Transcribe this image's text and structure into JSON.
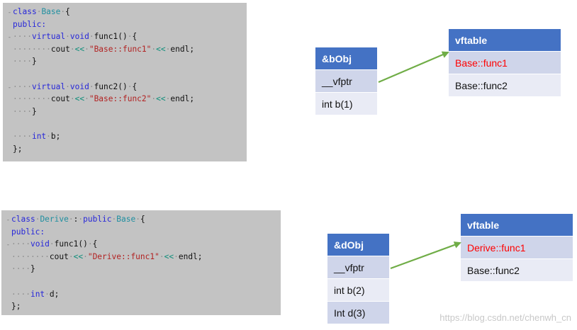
{
  "code_blocks": [
    {
      "lines": [
        [
          [
            "-",
            "fold"
          ],
          [
            "class",
            "k"
          ],
          [
            "·",
            "g"
          ],
          [
            "Base",
            "t"
          ],
          [
            "·",
            "g"
          ],
          [
            "{",
            "n"
          ]
        ],
        [
          [
            "",
            "fold"
          ],
          [
            "public:",
            "k"
          ]
        ],
        [
          [
            "-",
            "fold"
          ],
          [
            "····",
            "g"
          ],
          [
            "virtual",
            "k"
          ],
          [
            "·",
            "g"
          ],
          [
            "void",
            "k"
          ],
          [
            "·",
            "g"
          ],
          [
            "func1()",
            "n"
          ],
          [
            "·",
            "g"
          ],
          [
            "{",
            "n"
          ]
        ],
        [
          [
            "",
            "fold"
          ],
          [
            "········",
            "g"
          ],
          [
            "cout",
            "n"
          ],
          [
            "·",
            "g"
          ],
          [
            "<<",
            "p"
          ],
          [
            "·",
            "g"
          ],
          [
            "\"Base::func1\"",
            "s"
          ],
          [
            "·",
            "g"
          ],
          [
            "<<",
            "p"
          ],
          [
            "·",
            "g"
          ],
          [
            "endl;",
            "n"
          ]
        ],
        [
          [
            "",
            "fold"
          ],
          [
            "····",
            "g"
          ],
          [
            "}",
            "n"
          ]
        ],
        [
          [
            "",
            "fold"
          ],
          [
            "",
            "g"
          ]
        ],
        [
          [
            "-",
            "fold"
          ],
          [
            "····",
            "g"
          ],
          [
            "virtual",
            "k"
          ],
          [
            "·",
            "g"
          ],
          [
            "void",
            "k"
          ],
          [
            "·",
            "g"
          ],
          [
            "func2()",
            "n"
          ],
          [
            "·",
            "g"
          ],
          [
            "{",
            "n"
          ]
        ],
        [
          [
            "",
            "fold"
          ],
          [
            "········",
            "g"
          ],
          [
            "cout",
            "n"
          ],
          [
            "·",
            "g"
          ],
          [
            "<<",
            "p"
          ],
          [
            "·",
            "g"
          ],
          [
            "\"Base::func2\"",
            "s"
          ],
          [
            "·",
            "g"
          ],
          [
            "<<",
            "p"
          ],
          [
            "·",
            "g"
          ],
          [
            "endl;",
            "n"
          ]
        ],
        [
          [
            "",
            "fold"
          ],
          [
            "····",
            "g"
          ],
          [
            "}",
            "n"
          ]
        ],
        [
          [
            "",
            "fold"
          ],
          [
            "",
            "g"
          ]
        ],
        [
          [
            "",
            "fold"
          ],
          [
            "····",
            "g"
          ],
          [
            "int",
            "k"
          ],
          [
            "·",
            "g"
          ],
          [
            "b;",
            "n"
          ]
        ],
        [
          [
            "",
            "fold"
          ],
          [
            "};",
            "n"
          ]
        ]
      ]
    },
    {
      "lines": [
        [
          [
            "-",
            "fold"
          ],
          [
            "class",
            "k"
          ],
          [
            "·",
            "g"
          ],
          [
            "Derive",
            "t"
          ],
          [
            "·",
            "g"
          ],
          [
            ":",
            "n"
          ],
          [
            "·",
            "g"
          ],
          [
            "public",
            "k"
          ],
          [
            "·",
            "g"
          ],
          [
            "Base",
            "t"
          ],
          [
            "·",
            "g"
          ],
          [
            "{",
            "n"
          ]
        ],
        [
          [
            "",
            "fold"
          ],
          [
            "public:",
            "k"
          ]
        ],
        [
          [
            "-",
            "fold"
          ],
          [
            "····",
            "g"
          ],
          [
            "void",
            "k"
          ],
          [
            "·",
            "g"
          ],
          [
            "func1()",
            "n"
          ],
          [
            "·",
            "g"
          ],
          [
            "{",
            "n"
          ]
        ],
        [
          [
            "",
            "fold"
          ],
          [
            "········",
            "g"
          ],
          [
            "cout",
            "n"
          ],
          [
            "·",
            "g"
          ],
          [
            "<<",
            "p"
          ],
          [
            "·",
            "g"
          ],
          [
            "\"Derive::func1\"",
            "s"
          ],
          [
            "·",
            "g"
          ],
          [
            "<<",
            "p"
          ],
          [
            "·",
            "g"
          ],
          [
            "endl;",
            "n"
          ]
        ],
        [
          [
            "",
            "fold"
          ],
          [
            "····",
            "g"
          ],
          [
            "}",
            "n"
          ]
        ],
        [
          [
            "",
            "fold"
          ],
          [
            "",
            "g"
          ]
        ],
        [
          [
            "",
            "fold"
          ],
          [
            "····",
            "g"
          ],
          [
            "int",
            "k"
          ],
          [
            "·",
            "g"
          ],
          [
            "d;",
            "n"
          ]
        ],
        [
          [
            "",
            "fold"
          ],
          [
            "};",
            "n"
          ]
        ]
      ]
    }
  ],
  "base_object": {
    "header": "&bObj",
    "rows": [
      "__vfptr",
      "int b(1)"
    ]
  },
  "base_vftable": {
    "header": "vftable",
    "rows": [
      "Base::func1",
      "Base::func2"
    ]
  },
  "derive_object": {
    "header": "&dObj",
    "rows": [
      "__vfptr",
      "int b(2)",
      "Int d(3)"
    ]
  },
  "derive_vftable": {
    "header": "vftable",
    "rows": [
      "Derive::func1",
      "Base::func2"
    ]
  },
  "colors": {
    "header": "#4472c4",
    "arrow": "#70ad47",
    "highlight": "#ff0000"
  },
  "watermark": "https://blog.csdn.net/chenwh_cn"
}
